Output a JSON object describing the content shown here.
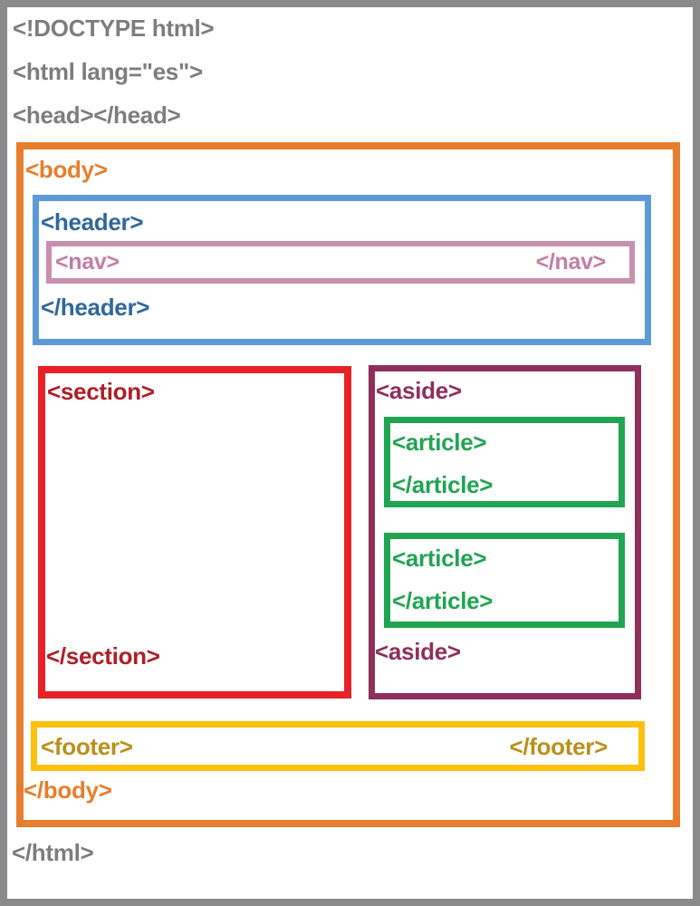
{
  "labels": {
    "doctype": "<!DOCTYPE html>",
    "html_open": "<html lang=\"es\">",
    "head": "<head></head>",
    "html_close": "</html>",
    "body_open": "<body>",
    "body_close": "</body>",
    "header_open": "<header>",
    "header_close": "</header>",
    "nav_open": "<nav>",
    "nav_close": "</nav>",
    "section_open": "<section>",
    "section_close": "</section>",
    "aside_open": "<aside>",
    "aside_close": "<aside>",
    "footer_open": "<footer>",
    "footer_close": "</footer>"
  },
  "articles": [
    {
      "open": "<article>",
      "close": "</article>"
    },
    {
      "open": "<article>",
      "close": "</article>"
    }
  ],
  "colors": {
    "gray-border": "#8A8A8A",
    "gray-text": "#7D7D7D",
    "orange": "#E67E2E",
    "blue-border": "#5B9BD5",
    "blue-text": "#31679B",
    "pink-border": "#C88FAE",
    "pink-text": "#C17EA4",
    "red-border": "#E82127",
    "red-text": "#AE1F24",
    "purple": "#8E2F5C",
    "green": "#21A452",
    "gold-border": "#FCC00E",
    "gold-text": "#B98F1C",
    "bg": "#FFFFFF"
  }
}
